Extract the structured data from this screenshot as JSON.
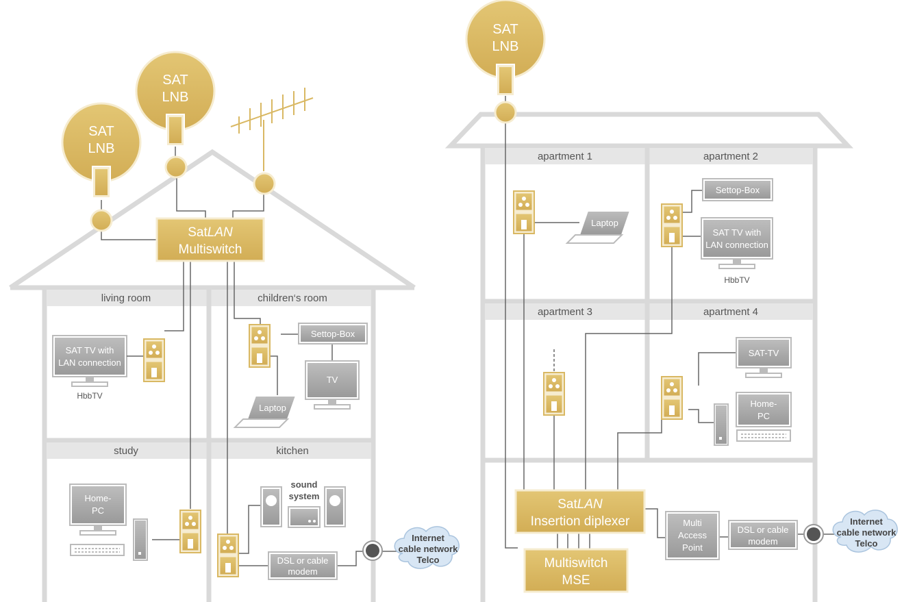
{
  "colors": {
    "gold": "#d9b863",
    "gold_light": "#f3e6bd",
    "structure": "#d9d9d9",
    "room_header": "#e6e6e6",
    "device_gray": "#a8a8a8",
    "wire": "#666666",
    "cloud": "#d8e6f4"
  },
  "house": {
    "lnb1": [
      "SAT",
      "LNB"
    ],
    "lnb2": [
      "SAT",
      "LNB"
    ],
    "multiswitch": {
      "line1_a": "Sat",
      "line1_b": "LAN",
      "line2": "Multiswitch"
    },
    "rooms": {
      "living_room": "living room",
      "childrens_room": "children‘s room",
      "study": "study",
      "kitchen": "kitchen"
    },
    "devices": {
      "sat_tv": [
        "SAT TV with",
        "LAN connection"
      ],
      "hbbtv": "HbbTV",
      "settop": "Settop-Box",
      "tv": "TV",
      "laptop": "Laptop",
      "home_pc": [
        "Home-",
        "PC"
      ],
      "sound_system": [
        "sound",
        "system"
      ],
      "modem": [
        "DSL or cable",
        "modem"
      ],
      "internet": [
        "Internet",
        "cable network",
        "Telco"
      ]
    }
  },
  "building": {
    "lnb": [
      "SAT",
      "LNB"
    ],
    "rooms": {
      "apt1": "apartment 1",
      "apt2": "apartment 2",
      "apt3": "apartment 3",
      "apt4": "apartment 4"
    },
    "devices": {
      "laptop": "Laptop",
      "settop": "Settop-Box",
      "sat_tv_lan": [
        "SAT TV with",
        "LAN connection"
      ],
      "hbbtv": "HbbTV",
      "sat_tv": "SAT-TV",
      "home_pc": [
        "Home-",
        "PC"
      ],
      "diplexer": {
        "line1_a": "Sat",
        "line1_b": "LAN",
        "line2": "Insertion diplexer"
      },
      "mse": [
        "Multiswitch",
        "MSE"
      ],
      "access_point": [
        "Multi",
        "Access",
        "Point"
      ],
      "modem": [
        "DSL or cable",
        "modem"
      ],
      "internet": [
        "Internet",
        "cable network",
        "Telco"
      ]
    }
  }
}
